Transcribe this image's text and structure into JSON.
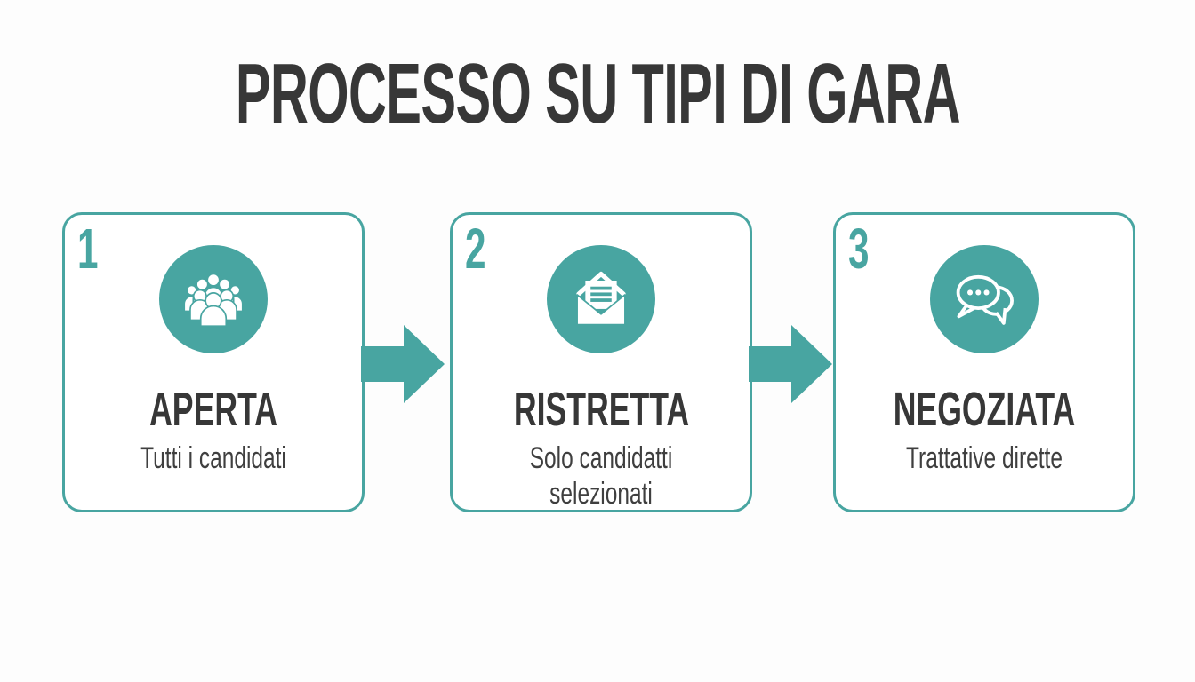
{
  "title": "PROCESSO SU TIPI DI GARA",
  "colors": {
    "accent": "#48a5a1",
    "heading": "#373737",
    "body_text": "#3f3f3f",
    "card_background": "#ffffff",
    "page_background": "#fdfdfd"
  },
  "steps": [
    {
      "number": "1",
      "icon": "people-group-icon",
      "label": "APERTA",
      "description": "Tutti i candidati"
    },
    {
      "number": "2",
      "icon": "open-envelope-icon",
      "label": "RISTRETTA",
      "description": "Solo candidatti selezionati"
    },
    {
      "number": "3",
      "icon": "chat-bubbles-icon",
      "label": "NEGOZIATA",
      "description": "Trattative dirette"
    }
  ],
  "connectors": [
    {
      "type": "arrow-right"
    },
    {
      "type": "arrow-right"
    }
  ]
}
